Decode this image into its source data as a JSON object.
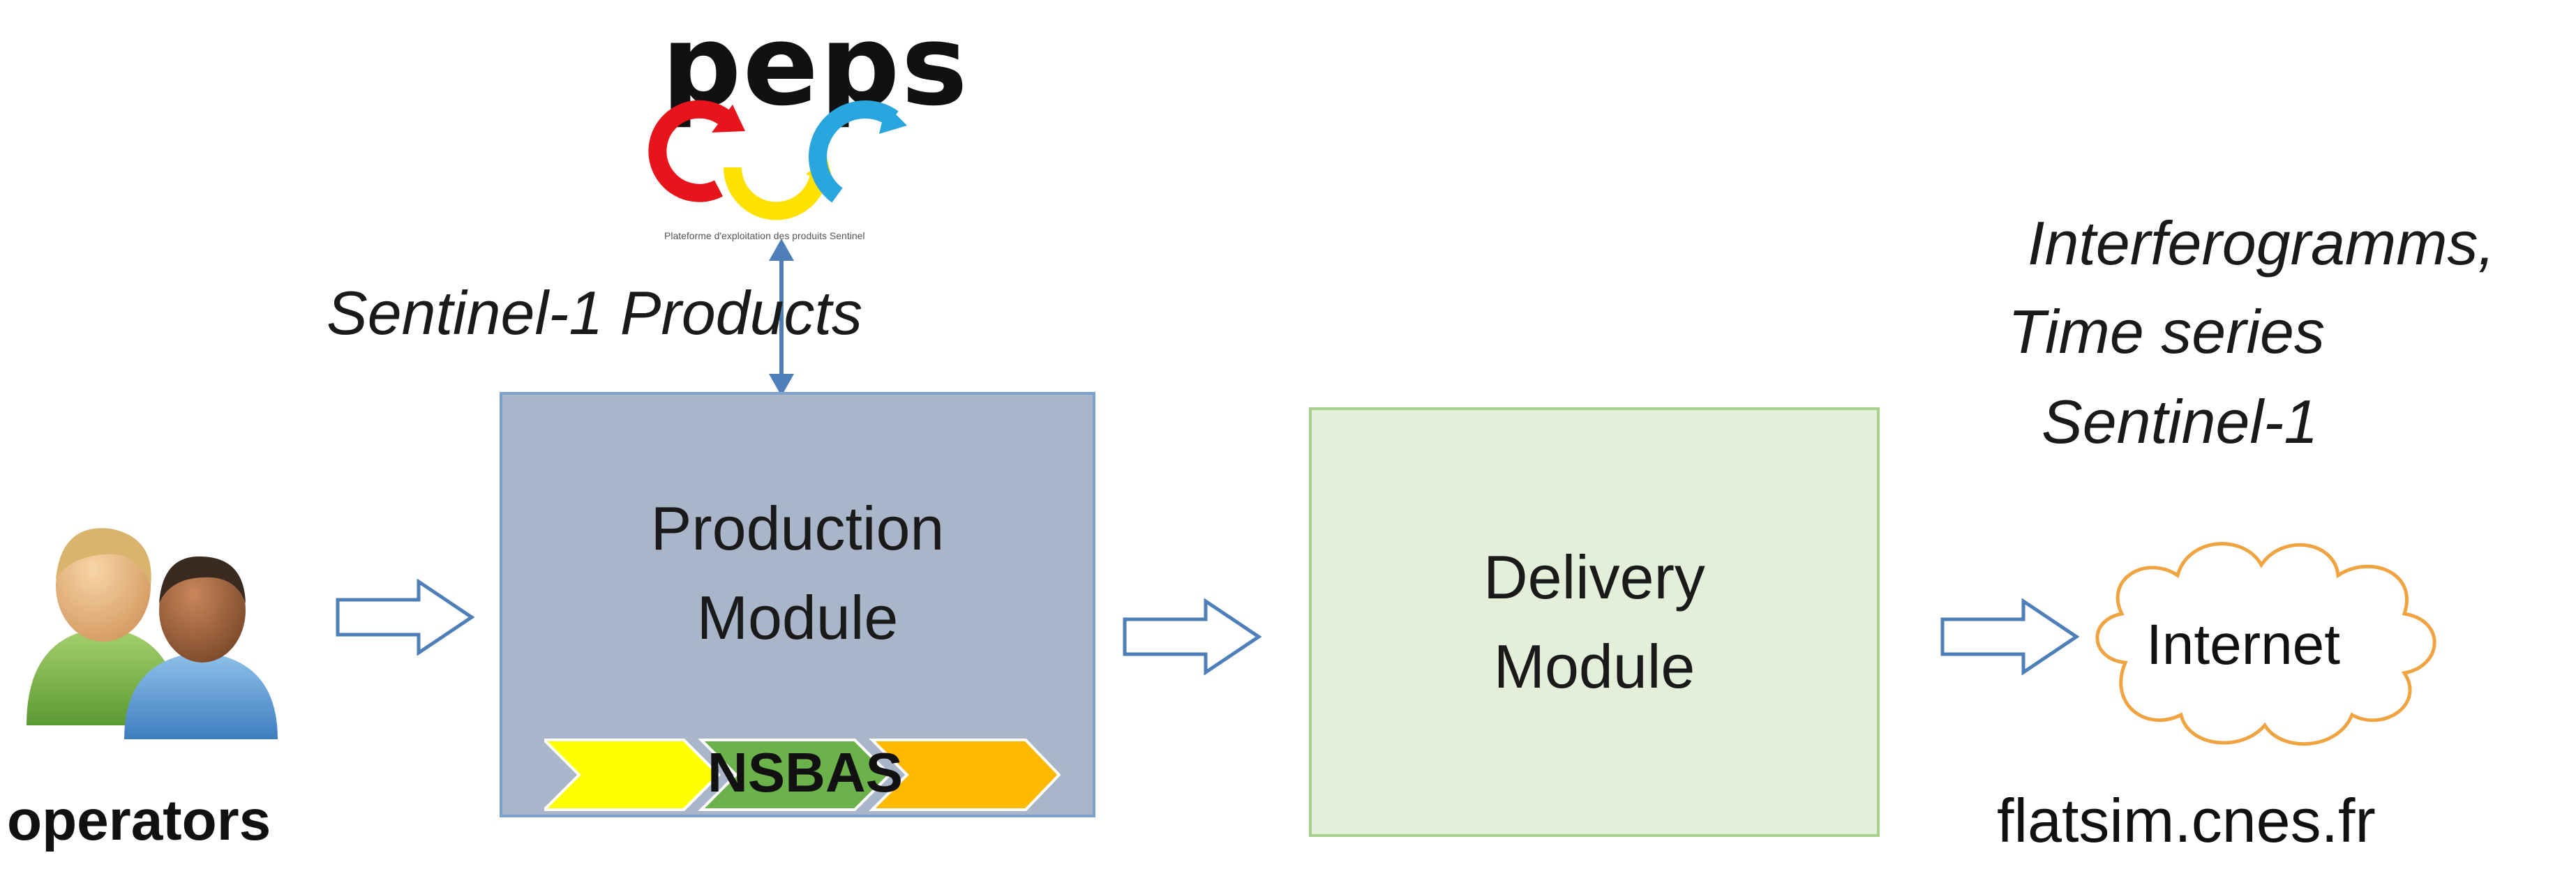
{
  "logo": {
    "word": "peps",
    "tagline": "Plateforme d'exploitation des produits Sentinel"
  },
  "input_label": "Sentinel-1 Products",
  "production": {
    "line1": "Production",
    "line2": "Module",
    "tool": "NSBAS"
  },
  "delivery": {
    "line1": "Delivery",
    "line2": "Module"
  },
  "actors": {
    "operators": "operators"
  },
  "outputs": {
    "line1": "Interferogramms,",
    "line2": "Time series",
    "line3": "Sentinel-1"
  },
  "internet": {
    "label": "Internet",
    "url": "flatsim.cnes.fr"
  },
  "colors": {
    "production_fill": "#a9b6c9",
    "production_border": "#7aa2cc",
    "delivery_fill": "#e3efd8",
    "delivery_border": "#a8d08d",
    "arrow": "#4f7fb8",
    "chevron_1": "#ffff00",
    "chevron_2": "#6cb24a",
    "chevron_3": "#ffb900"
  },
  "icons": [
    "peps-logo-icon",
    "operators-icon",
    "cloud-icon",
    "arrow-right-icon",
    "double-arrow-icon",
    "chevron-icon"
  ]
}
